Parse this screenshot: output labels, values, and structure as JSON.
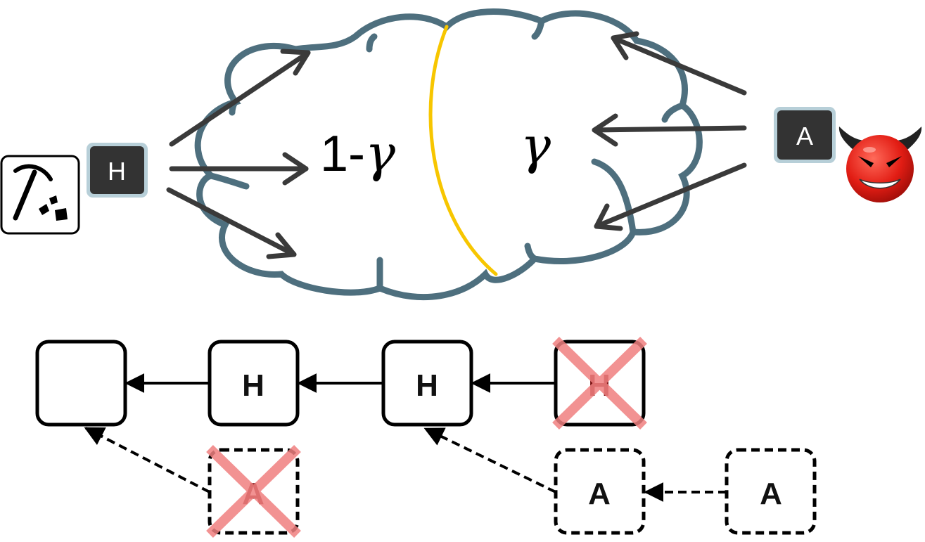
{
  "diagram": {
    "cloud": {
      "left_label": "1-",
      "left_symbol": "γ",
      "right_symbol": "γ"
    },
    "honest_badge": "H",
    "attacker_badge": "A",
    "miner_icon": "pickaxe-icon",
    "attacker_icon": "devil-face-icon",
    "chain": {
      "honest_blocks": [
        "",
        "H",
        "H",
        "H"
      ],
      "attacker_blocks": [
        "A",
        "A",
        "A"
      ]
    },
    "colors": {
      "cloud_stroke": "#4e6f7e",
      "partition": "#f7c600",
      "badge_fill": "#333333",
      "badge_border": "#b7cfd8",
      "arrow": "#3a3a3a",
      "cross": "#f08080",
      "devil": "#e8241b"
    }
  }
}
